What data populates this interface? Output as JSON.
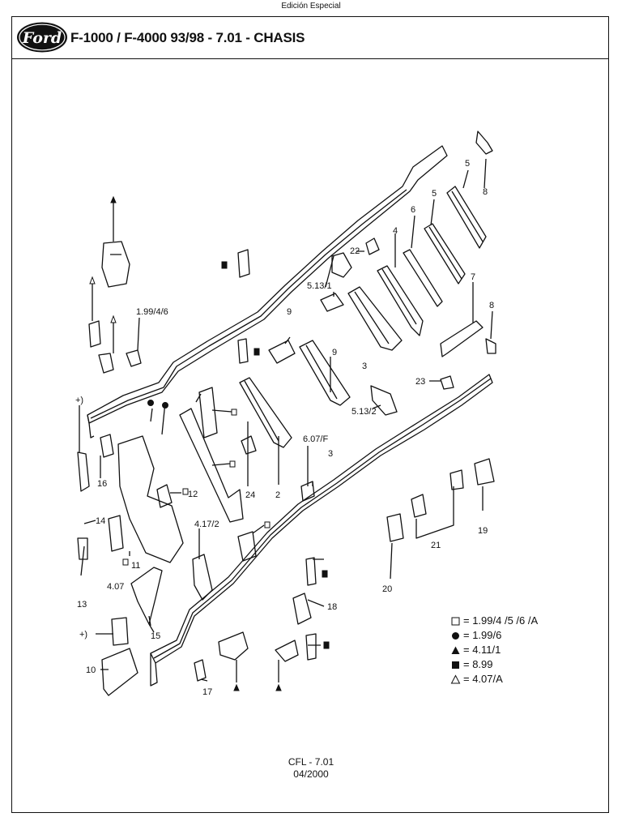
{
  "edition": "Edición Especial",
  "header": {
    "brand": "Ford",
    "title": "F-1000 / F-4000 93/98 - 7.01 - CHASIS"
  },
  "callouts": [
    "5",
    "8",
    "5",
    "6",
    "4",
    "22",
    "5.13/1",
    "7",
    "8",
    "9",
    "9",
    "3",
    "1.99/4/6",
    "23",
    "+)",
    "5.13/2",
    "6.07/F",
    "3",
    "16",
    "12",
    "24",
    "2",
    "14",
    "4.17/2",
    "11",
    "4.07",
    "13",
    "21",
    "19",
    "20",
    "18",
    "+)",
    "15",
    "10",
    "17"
  ],
  "legend": [
    {
      "symbol": "square-outline",
      "text": "= 1.99/4 /5 /6 /A"
    },
    {
      "symbol": "circle-filled",
      "text": "= 1.99/6"
    },
    {
      "symbol": "triangle-filled",
      "text": "= 4.11/1"
    },
    {
      "symbol": "square-filled",
      "text": "= 8.99"
    },
    {
      "symbol": "triangle-outline",
      "text": "= 4.07/A"
    }
  ],
  "footer": {
    "code": "CFL - 7.01",
    "date": "04/2000"
  }
}
